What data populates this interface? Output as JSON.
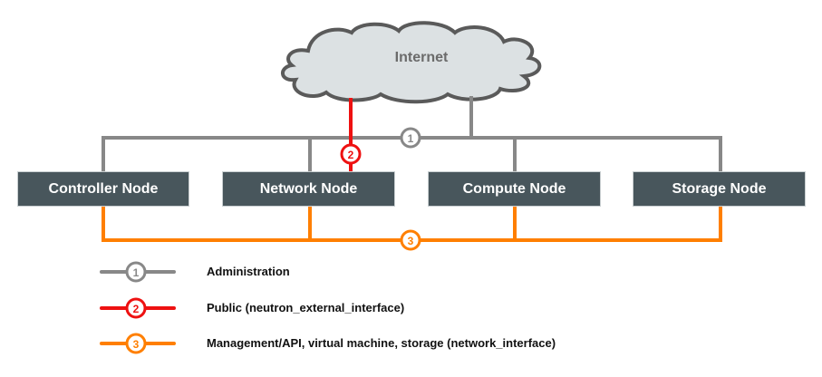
{
  "cloud": {
    "label": "Internet",
    "icon": "cloud-icon"
  },
  "nodes": [
    {
      "id": "controller",
      "label": "Controller Node"
    },
    {
      "id": "network",
      "label": "Network Node"
    },
    {
      "id": "compute",
      "label": "Compute Node"
    },
    {
      "id": "storage",
      "label": "Storage Node"
    }
  ],
  "networks": [
    {
      "number": "1",
      "name": "Administration",
      "color": "#888888"
    },
    {
      "number": "2",
      "name": "Public (neutron_external_interface)",
      "color": "#ee1111"
    },
    {
      "number": "3",
      "name": "Management/API, virtual machine, storage (network_interface)",
      "color": "#ff7f00"
    }
  ],
  "colors": {
    "node_bg": "#48565c",
    "cloud_fill": "#dce1e3",
    "cloud_stroke": "#5a5a5a"
  }
}
